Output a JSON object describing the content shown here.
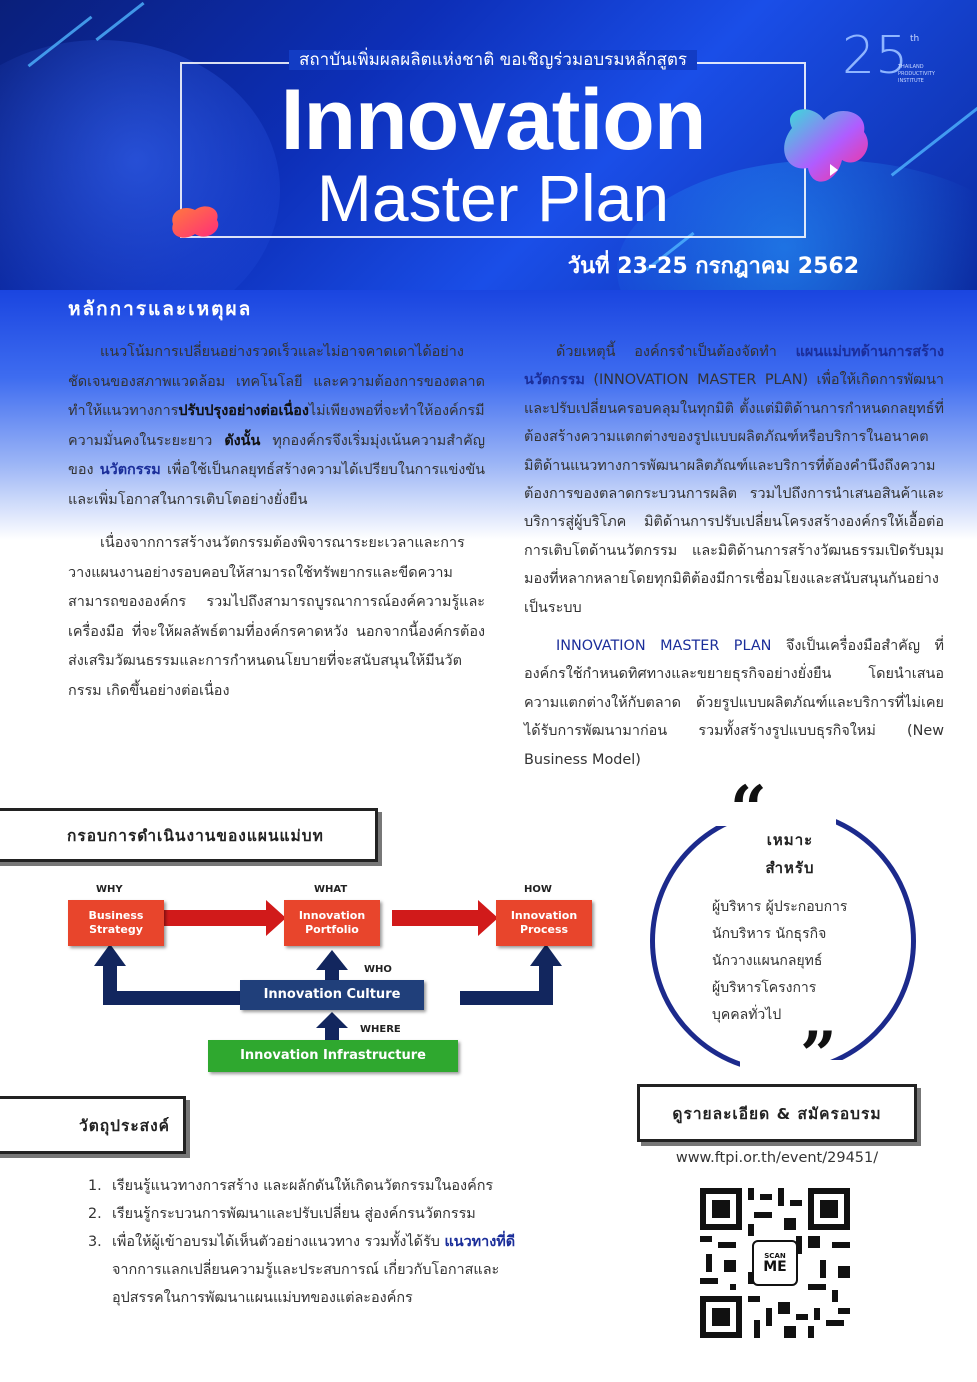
{
  "header": {
    "subtitle": "สถาบันเพิ่มผลผลิตแห่งชาติ ขอเชิญร่วมอบรมหลักสูตร",
    "title_line1": "Innovation",
    "title_line2": "Master Plan",
    "dates": "วันที่ 23-25 กรกฎาคม 2562",
    "logo": {
      "number": "25",
      "suffix": "th",
      "org_text": "THAILAND PRODUCTIVITY INSTITUTE"
    }
  },
  "rationale": {
    "heading": "หลักการและเหตุผล",
    "left_p1_a": "แนวโน้มการเปลี่ยนอย่างรวดเร็วและไม่อาจคาดเดาได้อย่างชัดเจนของสภาพแวดล้อม เทคโนโลยี และความต้องการของตลาด ทำให้แนวทางการ",
    "left_p1_b": "ปรับปรุงอย่างต่อเนื่อง",
    "left_p1_c": "ไม่เพียงพอที่จะทำให้องค์กรมีความมั่นคงในระยะยาว ",
    "left_p1_d": "ดังนั้น",
    "left_p1_e": " ทุกองค์กรจึงเริ่มมุ่งเน้นความสำคัญของ ",
    "left_p1_f": "นวัตกรรม",
    "left_p1_g": " เพื่อใช้เป็นกลยุทธ์สร้างความได้เปรียบในการแข่งขันและเพิ่มโอกาสในการเติบโตอย่างยั่งยืน",
    "left_p2": "เนื่องจากการสร้างนวัตกรรมต้องพิจารณาระยะเวลาและการวางแผนงานอย่างรอบคอบให้สามารถใช้ทรัพยากรและขีดความสามารถขององค์กร รวมไปถึงสามารถบูรณาการณ์องค์ความรู้และเครื่องมือ  ที่จะให้ผลลัพธ์ตามที่องค์กรคาดหวัง นอกจากนี้องค์กรต้องส่งเสริมวัฒนธรรมและการกำหนดนโยบายที่จะสนับสนุนให้มีนวัตกรรม เกิดขึ้นอย่างต่อเนื่อง",
    "right_p1_a": "ด้วยเหตุนี้ องค์กรจำเป็นต้องจัดทำ ",
    "right_p1_b": "แผนแม่บทด้านการสร้างนวัตกรรม",
    "right_p1_c": " (INNOVATION MASTER PLAN) เพื่อให้เกิดการพัฒนาและปรับเปลี่ยนครอบคลุมในทุกมิติ ตั้งแต่มิติด้านการกำหนดกลยุทธ์ที่ต้องสร้างความแตกต่างของรูปแบบผลิตภัณฑ์หรือบริการในอนาคต มิติด้านแนวทางการพัฒนาผลิตภัณฑ์และบริการที่ต้องคำนึงถึงความต้องการของตลาดกระบวนการผลิต รวมไปถึงการนำเสนอสินค้าและบริการสู่ผู้บริโภค มิติด้านการปรับเปลี่ยนโครงสร้างองค์กรให้เอื้อต่อการเติบโตด้านนวัตกรรม และมิติด้านการสร้างวัฒนธรรมเปิดรับมุมมองที่หลากหลายโดยทุกมิติต้องมีการเชื่อมโยงและสนับสนุนกันอย่างเป็นระบบ",
    "right_p2_a": "INNOVATION MASTER PLAN",
    "right_p2_b": " จึงเป็นเครื่องมือสำคัญ ที่องค์กรใช้กำหนดทิศทางและขยายธุรกิจอย่างยั่งยืน โดยนำเสนอความแตกต่างให้กับตลาด ด้วยรูปแบบผลิตภัณฑ์และบริการที่ไม่เคยได้รับการพัฒนามาก่อน รวมทั้งสร้างรูปแบบธุรกิจใหม่ (New Business Model)"
  },
  "framework": {
    "heading": "กรอบการดำเนินงานของแผนแม่บท",
    "why": "WHY",
    "what": "WHAT",
    "how": "HOW",
    "who": "WHO",
    "where": "WHERE",
    "box_strategy": "Business Strategy",
    "box_portfolio": "Innovation Portfolio",
    "box_process": "Innovation Process",
    "box_culture": "Innovation Culture",
    "box_infra": "Innovation Infrastructure",
    "colors": {
      "red": "#e8452c",
      "navy": "#203f7a",
      "green": "#2fa82f",
      "arrow_red": "#d11a1a",
      "arrow_navy": "#12265e"
    }
  },
  "suitable": {
    "heading_line1": "เหมาะ",
    "heading_line2": "สำหรับ",
    "items": [
      "ผู้บริหาร ผู้ประกอบการ",
      "นักบริหาร นักธุรกิจ",
      "นักวางแผนกลยุทธ์",
      "ผู้บริหารโครงการ",
      "บุคคลทั่วไป"
    ]
  },
  "objectives": {
    "heading": "วัตถุประสงค์",
    "items": [
      {
        "num": "1.",
        "text": "เรียนรู้แนวทางการสร้าง และผลักดันให้เกิดนวัตกรรมในองค์กร"
      },
      {
        "num": "2.",
        "text": "เรียนรู้กระบวนการพัฒนาและปรับเปลี่ยน สู่องค์กรนวัตกรรม"
      },
      {
        "num": "3.",
        "text_a": "เพื่อให้ผู้เข้าอบรมได้เห็นตัวอย่างแนวทาง  รวมทั้งได้รับ ",
        "text_b": "แนวทางที่ดี",
        "text_c": " จากการแลกเปลี่ยนความรู้และประสบการณ์ เกี่ยวกับโอกาสและอุปสรรคในการพัฒนาแผนแม่บทของแต่ละองค์กร"
      }
    ]
  },
  "registration": {
    "heading": "ดูรายละเอียด & สมัครอบรม",
    "url": "www.ftpi.or.th/event/29451/",
    "qr_line1": "SCAN",
    "qr_line2": "ME"
  },
  "colors": {
    "accent_blue": "#1b2e9a",
    "banner_blue": "#0d2fb8",
    "circle_navy": "#1c2a8c"
  }
}
